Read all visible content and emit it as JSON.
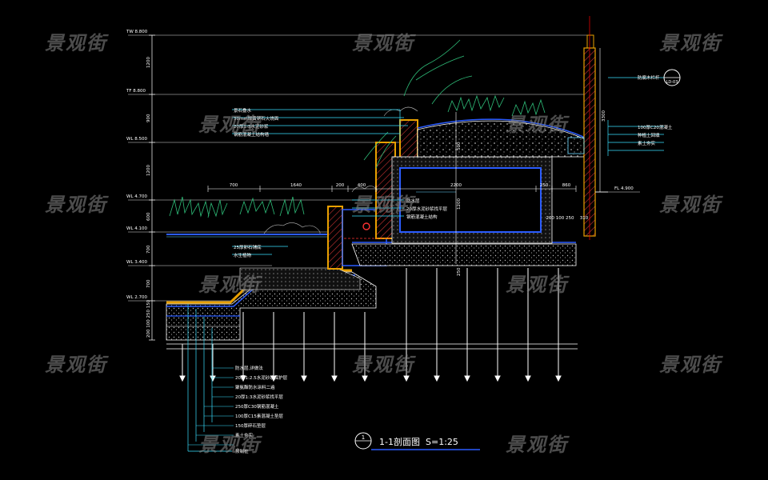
{
  "watermark": "景观街",
  "title": {
    "number": "1",
    "text": "1-1剖面图",
    "scale": "S=1:25"
  },
  "elevations": [
    {
      "label": "TW 8.800"
    },
    {
      "label": "TF 8.800"
    },
    {
      "label": "WL 8.500"
    },
    {
      "label": "WL 4.700"
    },
    {
      "label": "WL 4.100"
    },
    {
      "label": "WL 3.400"
    },
    {
      "label": "WL 2.700"
    },
    {
      "label": "FL 4.900"
    }
  ],
  "vertical_dims": [
    {
      "label": "1200"
    },
    {
      "label": "900"
    },
    {
      "label": "1200"
    },
    {
      "label": "600"
    },
    {
      "label": "700"
    },
    {
      "label": "700"
    },
    {
      "label": "200 100 250 150"
    },
    {
      "label": "500"
    },
    {
      "label": "1200"
    },
    {
      "label": "250"
    },
    {
      "label": "3300"
    }
  ],
  "horizontal_dims": [
    {
      "label": "700"
    },
    {
      "label": "1640"
    },
    {
      "label": "200"
    },
    {
      "label": "400"
    },
    {
      "label": "2200"
    },
    {
      "label": "250"
    },
    {
      "label": "860"
    },
    {
      "label": "200 100 250"
    },
    {
      "label": "310"
    }
  ],
  "callouts_top_left": [
    {
      "text": "景石叠水"
    },
    {
      "text": "30mm厚黄锈石火烧面"
    },
    {
      "text": "20厚1:3水泥砂浆"
    },
    {
      "text": "钢筋混凝土结构墙"
    }
  ],
  "callouts_mid": [
    {
      "text": "防水层"
    },
    {
      "text": "20厚水泥砂浆找平层"
    },
    {
      "text": "钢筋混凝土结构"
    }
  ],
  "callouts_left_low": [
    {
      "text": "25厚卵石铺底"
    },
    {
      "text": "水生植物"
    }
  ],
  "callouts_right": [
    {
      "text": "防腐木栏杆"
    },
    {
      "text": "100厚C20混凝土"
    },
    {
      "text": "种植土回填"
    },
    {
      "text": "素土夯实"
    }
  ],
  "callouts_bottom": [
    {
      "text": "防水层,详做法"
    },
    {
      "text": "20厚1:2.5水泥砂浆保护层"
    },
    {
      "text": "聚氨酯防水涂料二遍"
    },
    {
      "text": "20厚1:3水泥砂浆找平层"
    },
    {
      "text": "250厚C30钢筋混凝土"
    },
    {
      "text": "100厚C15素混凝土垫层"
    },
    {
      "text": "150厚碎石垫层"
    },
    {
      "text": "素土夯实"
    },
    {
      "text": "预制桩"
    }
  ],
  "detail_ref": {
    "top": "",
    "bottom": "LD-03"
  }
}
